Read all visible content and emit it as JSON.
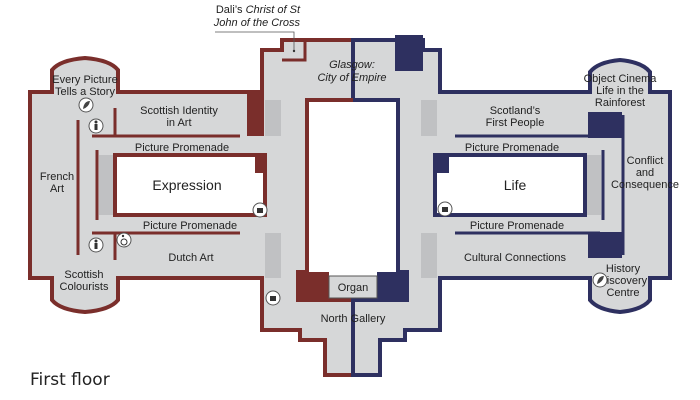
{
  "map": {
    "floor_title": "First floor",
    "colors": {
      "west_wing": "#7a2e2b",
      "east_wing": "#2e3060",
      "floor": "#d6d7d8",
      "courtyard": "#ffffff"
    },
    "callout": {
      "prefix": "Dali’s ",
      "italic": "Christ of St John of the Cross"
    },
    "center": {
      "glasgow_line1": "Glasgow:",
      "glasgow_line2": "City of Empire",
      "organ": "Organ",
      "north_gallery": "North Gallery"
    },
    "west": {
      "every_picture_1": "Every Picture",
      "every_picture_2": "Tells a Story",
      "scottish_identity_1": "Scottish Identity",
      "scottish_identity_2": "in Art",
      "promenade_top": "Picture Promenade",
      "courtyard": "Expression",
      "promenade_bottom": "Picture Promenade",
      "french_1": "French",
      "french_2": "Art",
      "dutch": "Dutch Art",
      "colourists_1": "Scottish",
      "colourists_2": "Colourists"
    },
    "east": {
      "object_cinema_1": "Object Cinema",
      "object_cinema_2": "Life in the",
      "object_cinema_3": "Rainforest",
      "first_people_1": "Scotland’s",
      "first_people_2": "First People",
      "promenade_top": "Picture Promenade",
      "courtyard": "Life",
      "promenade_bottom": "Picture Promenade",
      "conflict_1": "Conflict",
      "conflict_2": "and",
      "conflict_3": "Consequence",
      "cultural": "Cultural Connections",
      "history_1": "History",
      "history_2": "Discovery",
      "history_3": "Centre"
    },
    "icons": [
      "discovery-icon",
      "toilet-icon",
      "accessible-toilet-icon",
      "lift-icon"
    ]
  }
}
